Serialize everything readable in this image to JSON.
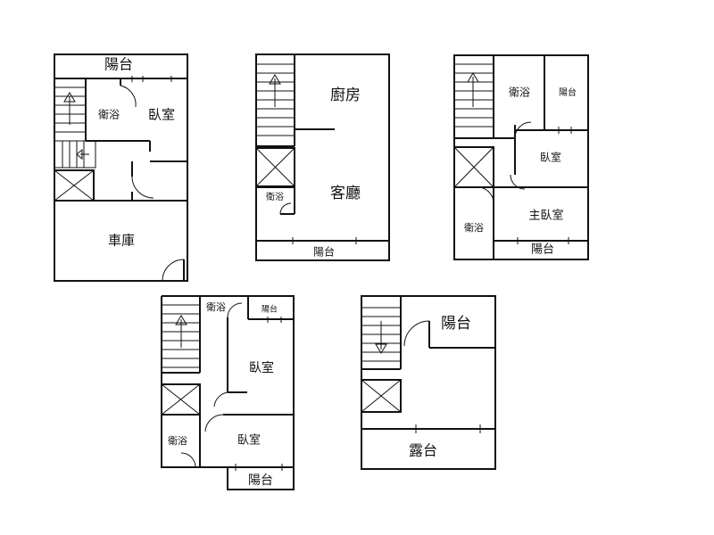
{
  "floors": [
    {
      "rooms": {
        "balcony": "陽台",
        "bath": "衛浴",
        "bedroom": "臥室",
        "garage": "車庫"
      }
    },
    {
      "rooms": {
        "kitchen": "廚房",
        "living": "客廳",
        "bath": "衛浴",
        "balcony": "陽台"
      }
    },
    {
      "rooms": {
        "bath_top": "衛浴",
        "balcony_top": "陽台",
        "bedroom": "臥室",
        "master_bedroom": "主臥室",
        "bath_bottom": "衛浴",
        "balcony_bottom": "陽台"
      }
    },
    {
      "rooms": {
        "bath_top": "衛浴",
        "balcony_top": "陽台",
        "bedroom_upper": "臥室",
        "bath_bottom": "衛浴",
        "bedroom_lower": "臥室",
        "balcony_bottom": "陽台"
      }
    },
    {
      "rooms": {
        "balcony": "陽台",
        "terrace": "露台"
      }
    }
  ]
}
